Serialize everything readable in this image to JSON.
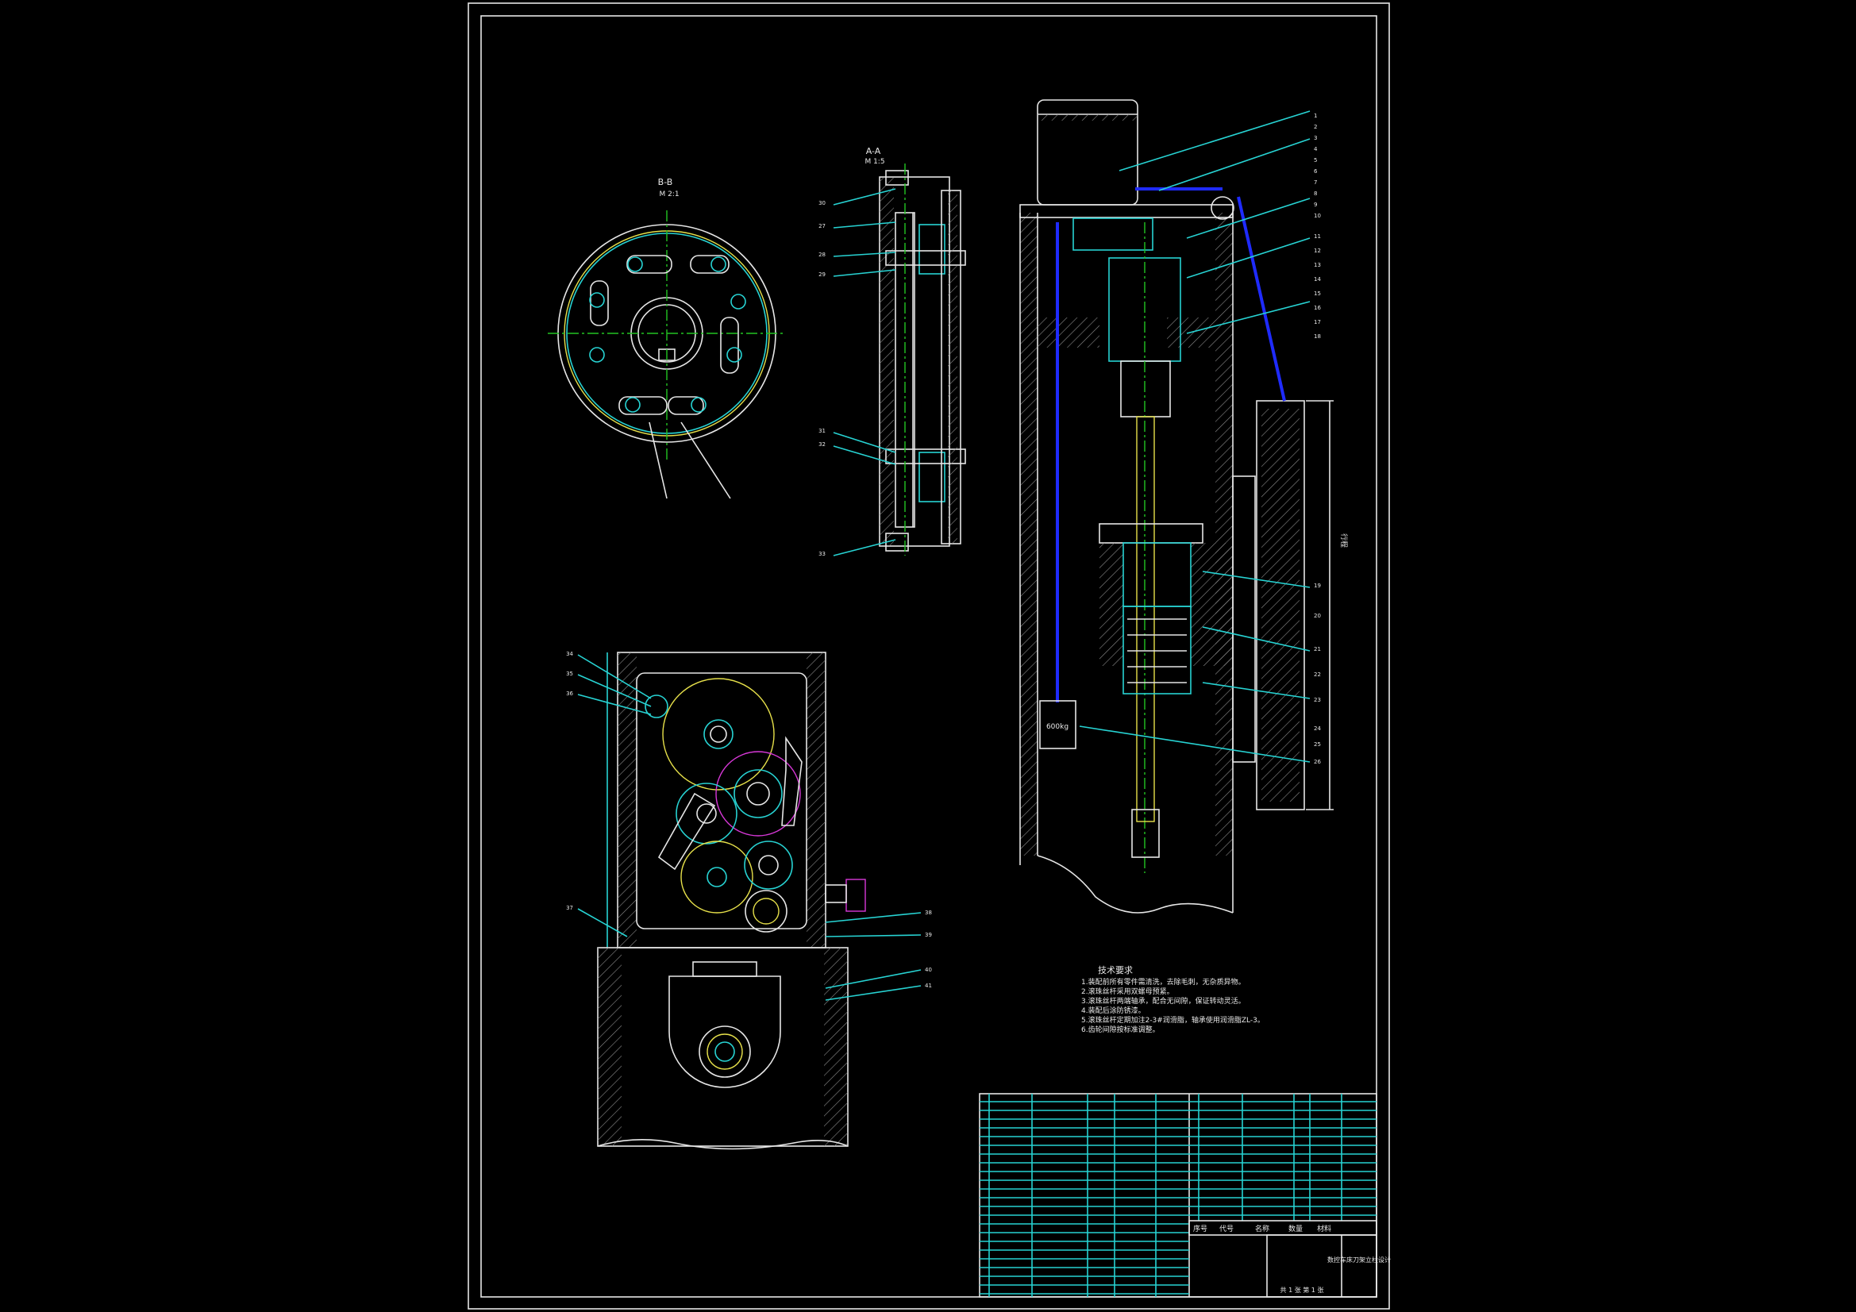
{
  "views": {
    "bb_label": "B-B",
    "bb_scale": "M 2:1",
    "aa_label": "A-A",
    "aa_scale": "M 1:5",
    "weight_label": "600kg",
    "dimension_label": "行程"
  },
  "technical_requirements": {
    "title": "技术要求",
    "items": [
      "1.装配前所有零件需清洗，去除毛刺，无杂质异物。",
      "2.滚珠丝杆采用双螺母预紧。",
      "3.滚珠丝杆两端轴承，配合无间隙，保证转动灵活。",
      "4.装配后涂防锈漆。",
      "5.滚珠丝杆定期加注2-3#润滑脂，轴承使用润滑脂ZL-3。",
      "6.齿轮间隙按标准调整。"
    ]
  },
  "title_block": {
    "header_cols": [
      "序号",
      "代号",
      "名称",
      "数量",
      "材料"
    ],
    "drawing_title": "数控车床刀架立柱设计",
    "sheet_info": "共 1 张 第 1 张"
  },
  "callouts_right": [
    "1",
    "2",
    "3",
    "4",
    "5",
    "6",
    "7",
    "8",
    "9",
    "10",
    "11",
    "12",
    "13",
    "14",
    "15",
    "16",
    "17",
    "18",
    "19",
    "20",
    "21",
    "22",
    "23",
    "24",
    "25",
    "26"
  ],
  "callouts_aa": [
    "30",
    "27",
    "28",
    "29",
    "31",
    "32",
    "33"
  ],
  "callouts_gear": [
    "34",
    "35",
    "36",
    "37",
    "38",
    "39",
    "40",
    "41"
  ]
}
